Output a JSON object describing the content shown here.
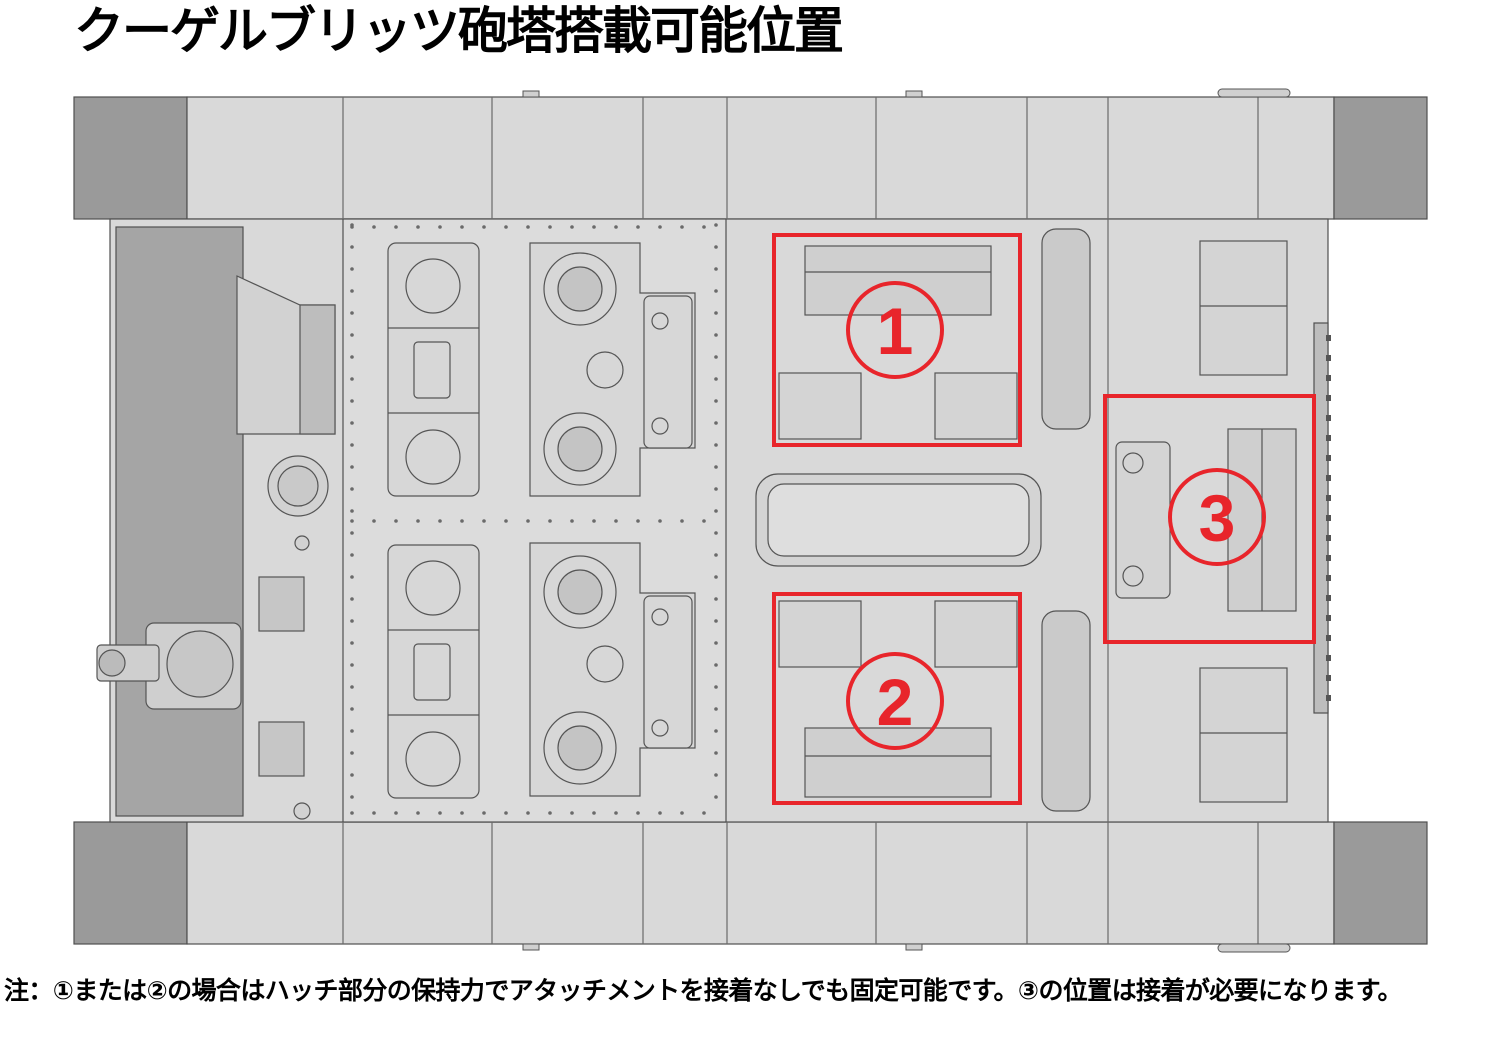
{
  "title": "クーゲルブリッツ砲塔搭載可能位置",
  "positions": [
    {
      "label": "1",
      "name": "position-1"
    },
    {
      "label": "2",
      "name": "position-2"
    },
    {
      "label": "3",
      "name": "position-3"
    }
  ],
  "note": "注：①または②の場合はハッチ部分の保持力でアタッチメントを接着なしでも固定可能です。③の位置は接着が必要になります。",
  "colors": {
    "highlight": "#e8252b",
    "track": "#9a9a9a",
    "hull": "#d9d9d9",
    "line": "#5a5a5a"
  }
}
